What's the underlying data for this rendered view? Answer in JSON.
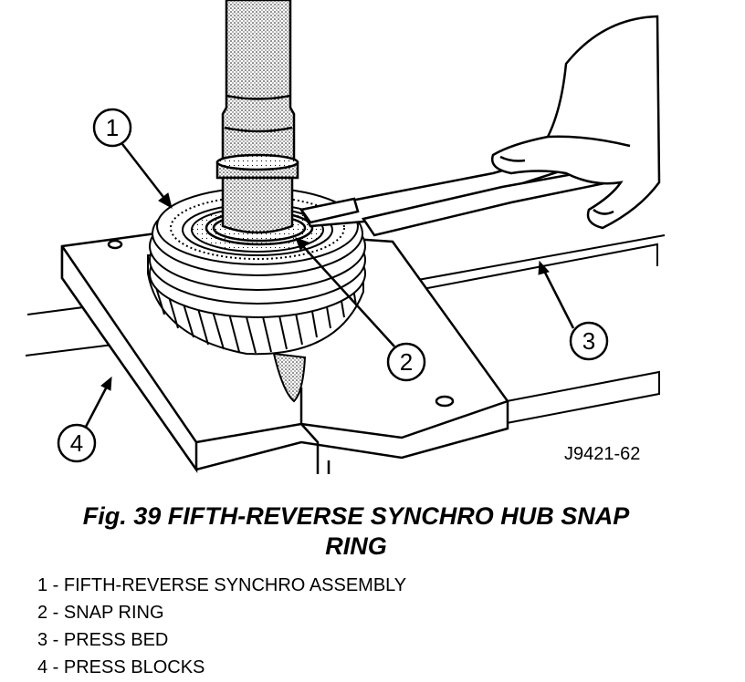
{
  "figure": {
    "reference_code": "J9421-62",
    "title_line1": "Fig. 39 FIFTH-REVERSE SYNCHRO HUB SNAP",
    "title_line2": "RING"
  },
  "callouts": [
    {
      "number": "1"
    },
    {
      "number": "2"
    },
    {
      "number": "3"
    },
    {
      "number": "4"
    }
  ],
  "legend": [
    "1 - FIFTH-REVERSE SYNCHRO ASSEMBLY",
    "2 - SNAP RING",
    "3 - PRESS BED",
    "4 - PRESS BLOCKS"
  ]
}
